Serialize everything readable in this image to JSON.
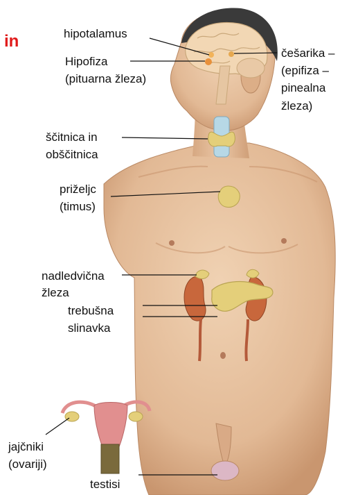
{
  "corner_text": "in",
  "labels": {
    "hypothalamus": "hipotalamus",
    "pituitary_l1": "Hipofiza",
    "pituitary_l2": "(pituarna žleza)",
    "pineal_l1": "češarika –",
    "pineal_l2": "(epifiza –",
    "pineal_l3": "pinealna",
    "pineal_l4": "žleza)",
    "thyroid_l1": "ščitnica in",
    "thyroid_l2": "obščitnica",
    "thymus_l1": "priželjc",
    "thymus_l2": "(timus)",
    "adrenal_l1": "nadledvična",
    "adrenal_l2": "žleza",
    "pancreas_l1": "trebušna",
    "pancreas_l2": "slinavka",
    "ovaries_l1": "jajčniki",
    "ovaries_l2": "(ovariji)",
    "testes": "testisi"
  },
  "colors": {
    "skin": "#e7c3a0",
    "skin_shadow": "#cf9f78",
    "hair": "#3a3a3a",
    "brain": "#f2d7b4",
    "gland": "#e4cf7a",
    "kidney": "#c8673c",
    "uterus": "#e18f8f",
    "accent_red": "#e01b1b"
  }
}
